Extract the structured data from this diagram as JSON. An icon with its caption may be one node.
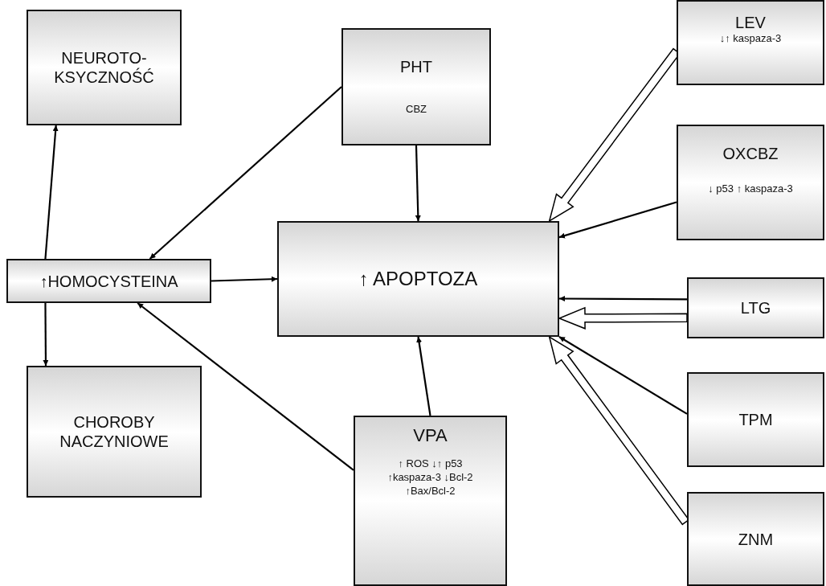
{
  "diagram": {
    "nodes": [
      {
        "text": [
          "NEUROTO- KSYCZNOŚĆ"
        ]
      },
      {
        "text": [
          "PHT",
          "CBZ"
        ]
      },
      {
        "text": [
          "LEV",
          "↓↑ kaspaza-3"
        ]
      },
      {
        "text": [
          "↑HOMOCYSTEINA"
        ]
      },
      {
        "text": [
          "↑ APOPTOZA"
        ]
      },
      {
        "text": [
          "OXCBZ",
          "↓ p53 ↑ kaspaza-3"
        ]
      },
      {
        "text": [
          "LTG"
        ]
      },
      {
        "text": [
          "CHOROBY NACZYNIOWE"
        ]
      },
      {
        "text": [
          "VPA",
          "↑ ROS ↓↑ p53 ↑kaspaza-3 ↓Bcl-2 ↑Bax/Bcl-2"
        ]
      },
      {
        "text": [
          "TPM"
        ]
      },
      {
        "text": [
          "ZNM"
        ]
      }
    ],
    "edges": [
      {
        "from": 3,
        "to": 0,
        "arrow": "to"
      },
      {
        "from": 3,
        "to": 7,
        "arrow": "to"
      },
      {
        "from": 1,
        "to": 3,
        "arrow": "to"
      },
      {
        "from": 8,
        "to": 3,
        "arrow": "to"
      },
      {
        "from": 3,
        "to": 4,
        "arrow": "to"
      },
      {
        "from": 1,
        "to": 4,
        "arrow": "to"
      },
      {
        "from": 8,
        "to": 4,
        "arrow": "to"
      },
      {
        "from": 2,
        "to": 4,
        "arrow": "to",
        "style": "thick"
      },
      {
        "from": 5,
        "to": 4,
        "arrow": "to"
      },
      {
        "from": 6,
        "to": 4,
        "arrow": "to"
      },
      {
        "from": 6,
        "to": 4,
        "arrow": "to",
        "style": "thick"
      },
      {
        "from": 9,
        "to": 4,
        "arrow": "to"
      },
      {
        "from": 10,
        "to": 4,
        "arrow": "to",
        "style": "thick"
      }
    ]
  }
}
